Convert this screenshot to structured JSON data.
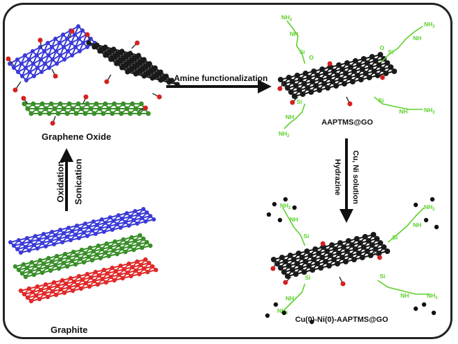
{
  "labels": {
    "graphene_oxide": "Graphene Oxide",
    "graphite": "Graphite",
    "amine_step": "Amine functionalization",
    "aaptms_go": "AAPTMS@GO",
    "final_product": "Cu(0)-Ni(0)-AAPTMS@GO",
    "oxidation": "Oxidation",
    "sonication": "Sonication",
    "cu_ni_solution": "Cu, Ni solution",
    "hydrazine": "Hydrazine"
  },
  "molecule_labels": {
    "nh2": "NH",
    "nh2_sub": "2",
    "nh": "NH",
    "si": "Si",
    "o": "O",
    "n": "N",
    "h": "H"
  },
  "colors": {
    "blue_layer": "#3b3bd9",
    "green_layer": "#3a8f2a",
    "red_layer": "#e02a2a",
    "carbon_black": "#1a1a1a",
    "oxygen_red": "#d42020",
    "linker_green": "#5cd02a",
    "nanoparticle": "#111111",
    "arrow": "#111111"
  }
}
